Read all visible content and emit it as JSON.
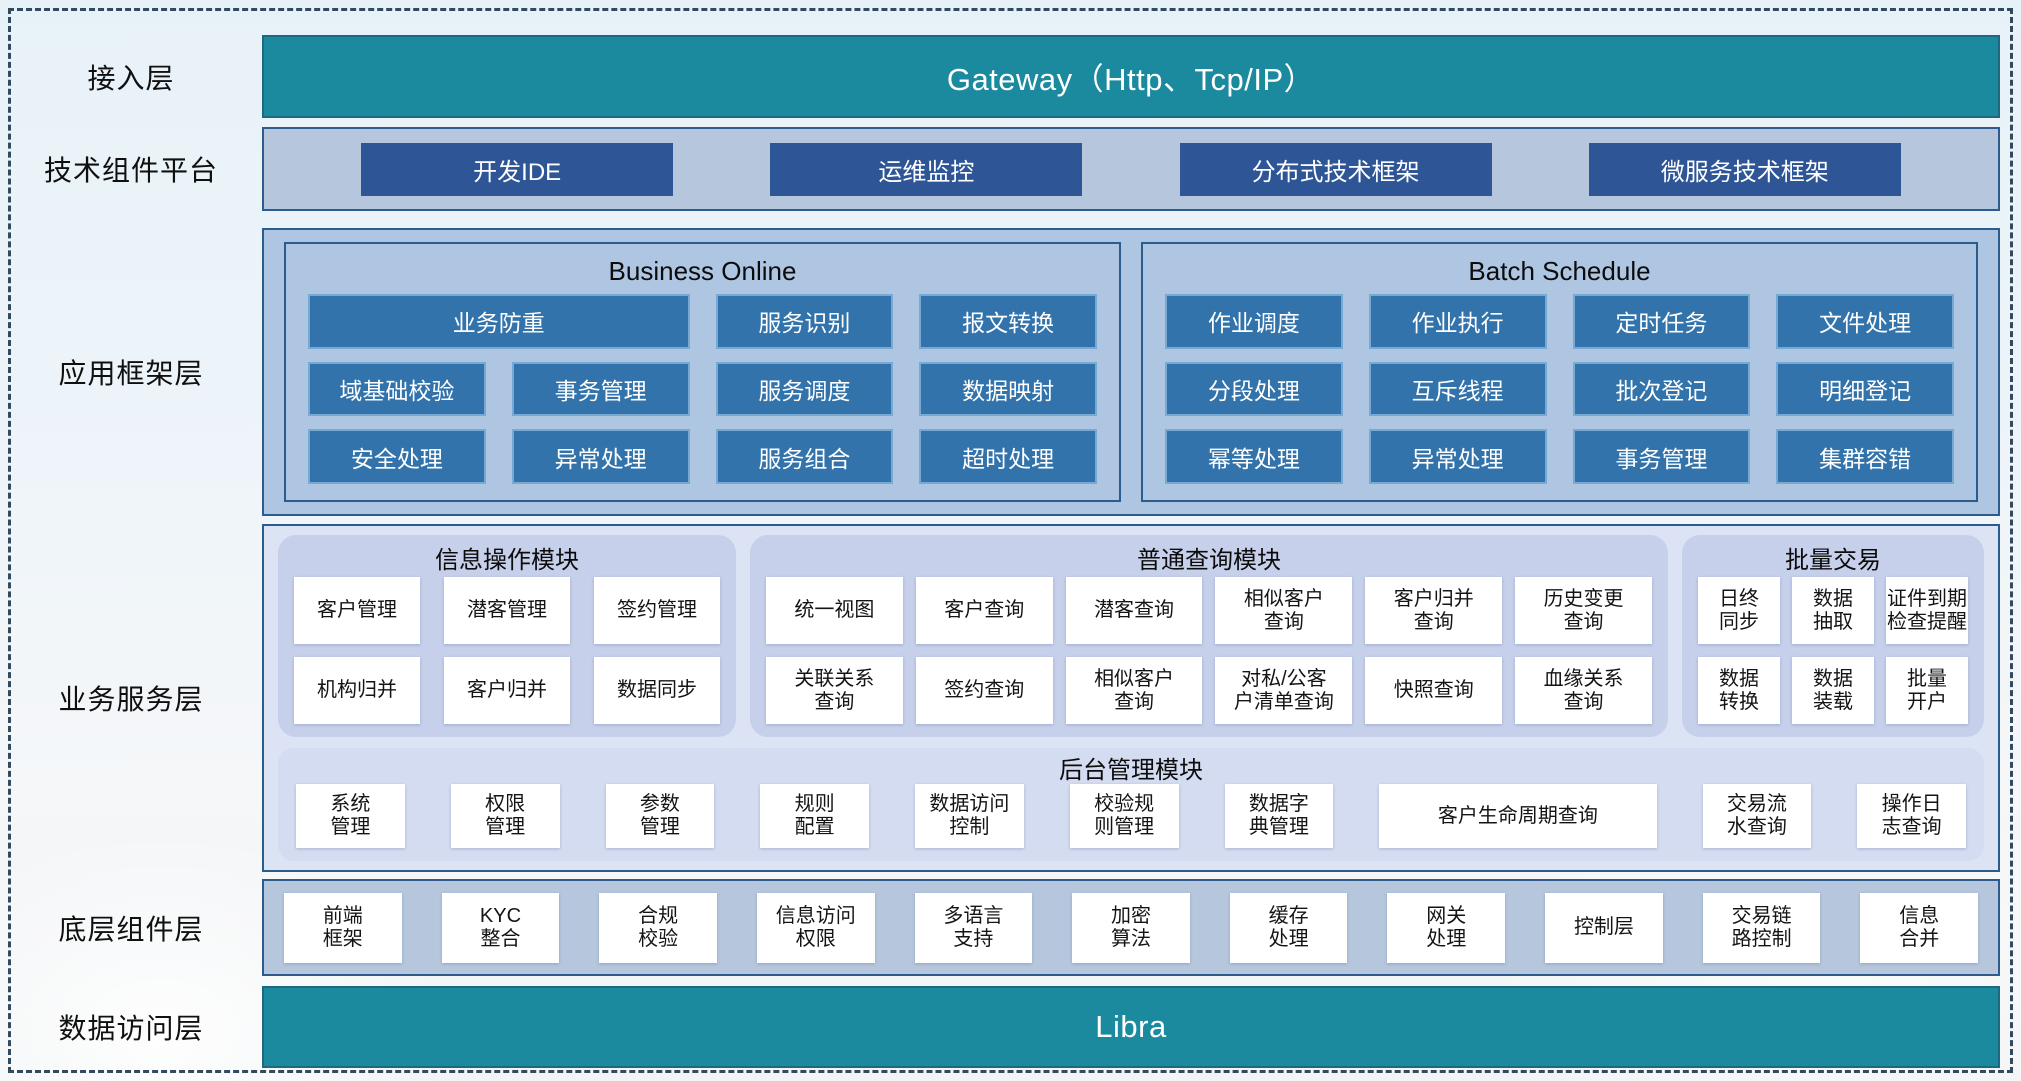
{
  "access": {
    "label": "接入层",
    "gateway": "Gateway（Http、Tcp/IP）"
  },
  "tech": {
    "label": "技术组件平台",
    "items": [
      "开发IDE",
      "运维监控",
      "分布式技术框架",
      "微服务技术框架"
    ]
  },
  "app": {
    "label": "应用框架层",
    "business_online": {
      "title": "Business Online",
      "row1": [
        "业务防重",
        "服务识别",
        "报文转换"
      ],
      "row2": [
        "域基础校验",
        "事务管理",
        "服务调度",
        "数据映射"
      ],
      "row3": [
        "安全处理",
        "异常处理",
        "服务组合",
        "超时处理"
      ]
    },
    "batch_schedule": {
      "title": "Batch Schedule",
      "row1": [
        "作业调度",
        "作业执行",
        "定时任务",
        "文件处理"
      ],
      "row2": [
        "分段处理",
        "互斥线程",
        "批次登记",
        "明细登记"
      ],
      "row3": [
        "幂等处理",
        "异常处理",
        "事务管理",
        "集群容错"
      ]
    }
  },
  "biz": {
    "label": "业务服务层",
    "info_module": {
      "title": "信息操作模块",
      "items": [
        "客户管理",
        "潜客管理",
        "签约管理",
        "机构归并",
        "客户归并",
        "数据同步"
      ]
    },
    "query_module": {
      "title": "普通查询模块",
      "items": [
        "统一视图",
        "客户查询",
        "潜客查询",
        "相似客户\n查询",
        "客户归并\n查询",
        "历史变更\n查询",
        "关联关系\n查询",
        "签约查询",
        "相似客户\n查询",
        "对私/公客\n户清单查询",
        "快照查询",
        "血缘关系\n查询"
      ]
    },
    "batch_module": {
      "title": "批量交易",
      "items": [
        "日终\n同步",
        "数据\n抽取",
        "证件到期\n检查提醒",
        "数据\n转换",
        "数据\n装载",
        "批量\n开户"
      ]
    },
    "admin_module": {
      "title": "后台管理模块",
      "items": [
        "系统\n管理",
        "权限\n管理",
        "参数\n管理",
        "规则\n配置",
        "数据访问\n控制",
        "校验规\n则管理",
        "数据字\n典管理",
        "客户生命周期查询",
        "交易流\n水查询",
        "操作日\n志查询"
      ]
    }
  },
  "base": {
    "label": "底层组件层",
    "items": [
      "前端\n框架",
      "KYC\n整合",
      "合规\n校验",
      "信息访问\n权限",
      "多语言\n支持",
      "加密\n算法",
      "缓存\n处理",
      "网关\n处理",
      "控制层",
      "交易链\n路控制",
      "信息\n合并"
    ]
  },
  "data_access": {
    "label": "数据访问层",
    "bar": "Libra"
  },
  "colors": {
    "teal": "#1b8a9e",
    "dark_blue": "#2e5596",
    "steel_blue": "#3273ab",
    "panel_blue": "#aec6e2",
    "panel_periwinkle": "#dce3f4",
    "subbox": "#c6d0ea"
  }
}
